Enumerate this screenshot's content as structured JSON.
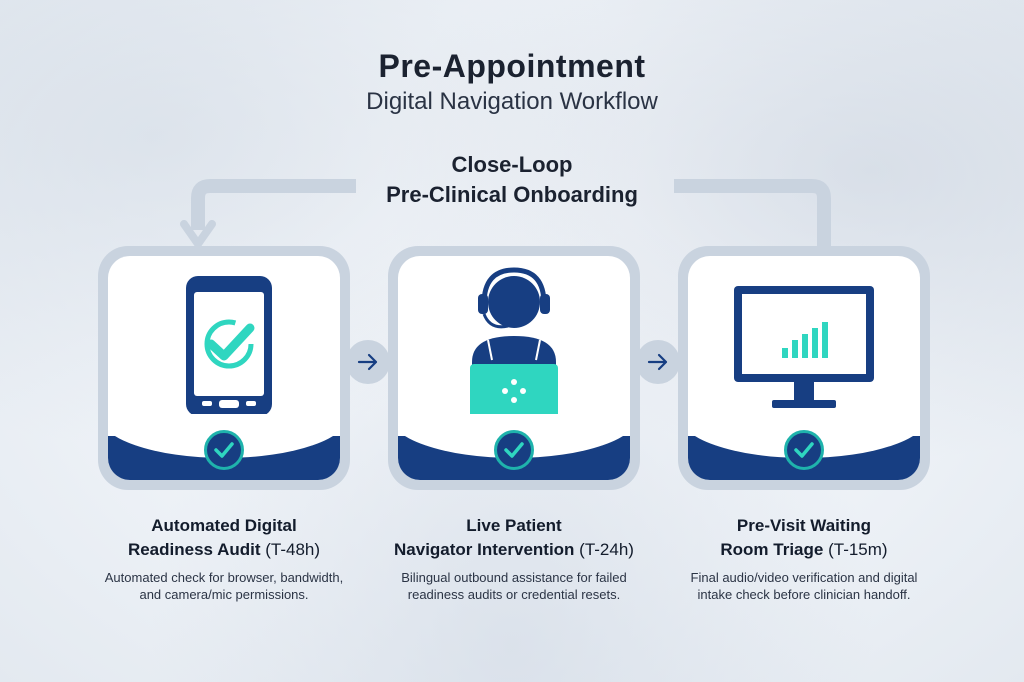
{
  "header": {
    "title": "Pre-Appointment",
    "subtitle": "Digital Navigation Workflow"
  },
  "loop": {
    "line1": "Close-Loop",
    "line2": "Pre-Clinical Onboarding"
  },
  "steps": [
    {
      "title_bold_1": "Automated Digital",
      "title_bold_2": "Readiness Audit",
      "timing": " (T-48h)",
      "description": "Automated check for browser, bandwidth, and camera/mic permissions.",
      "icon": "smartphone-check-icon",
      "status": "complete"
    },
    {
      "title_bold_1": "Live Patient",
      "title_bold_2": "Navigator Intervention",
      "timing": " (T-24h)",
      "description": "Bilingual outbound assistance for failed readiness audits or credential resets.",
      "icon": "navigator-headset-laptop-icon",
      "status": "complete"
    },
    {
      "title_bold_1": "Pre-Visit Waiting",
      "title_bold_2": "Room Triage",
      "timing": " (T-15m)",
      "description": "Final audio/video verification and digital intake check before clinician handoff.",
      "icon": "monitor-signal-bars-icon",
      "status": "complete"
    }
  ],
  "colors": {
    "navy": "#173e82",
    "teal": "#2fd6c0",
    "card_border": "#c9d3df",
    "text": "#1b2230"
  }
}
